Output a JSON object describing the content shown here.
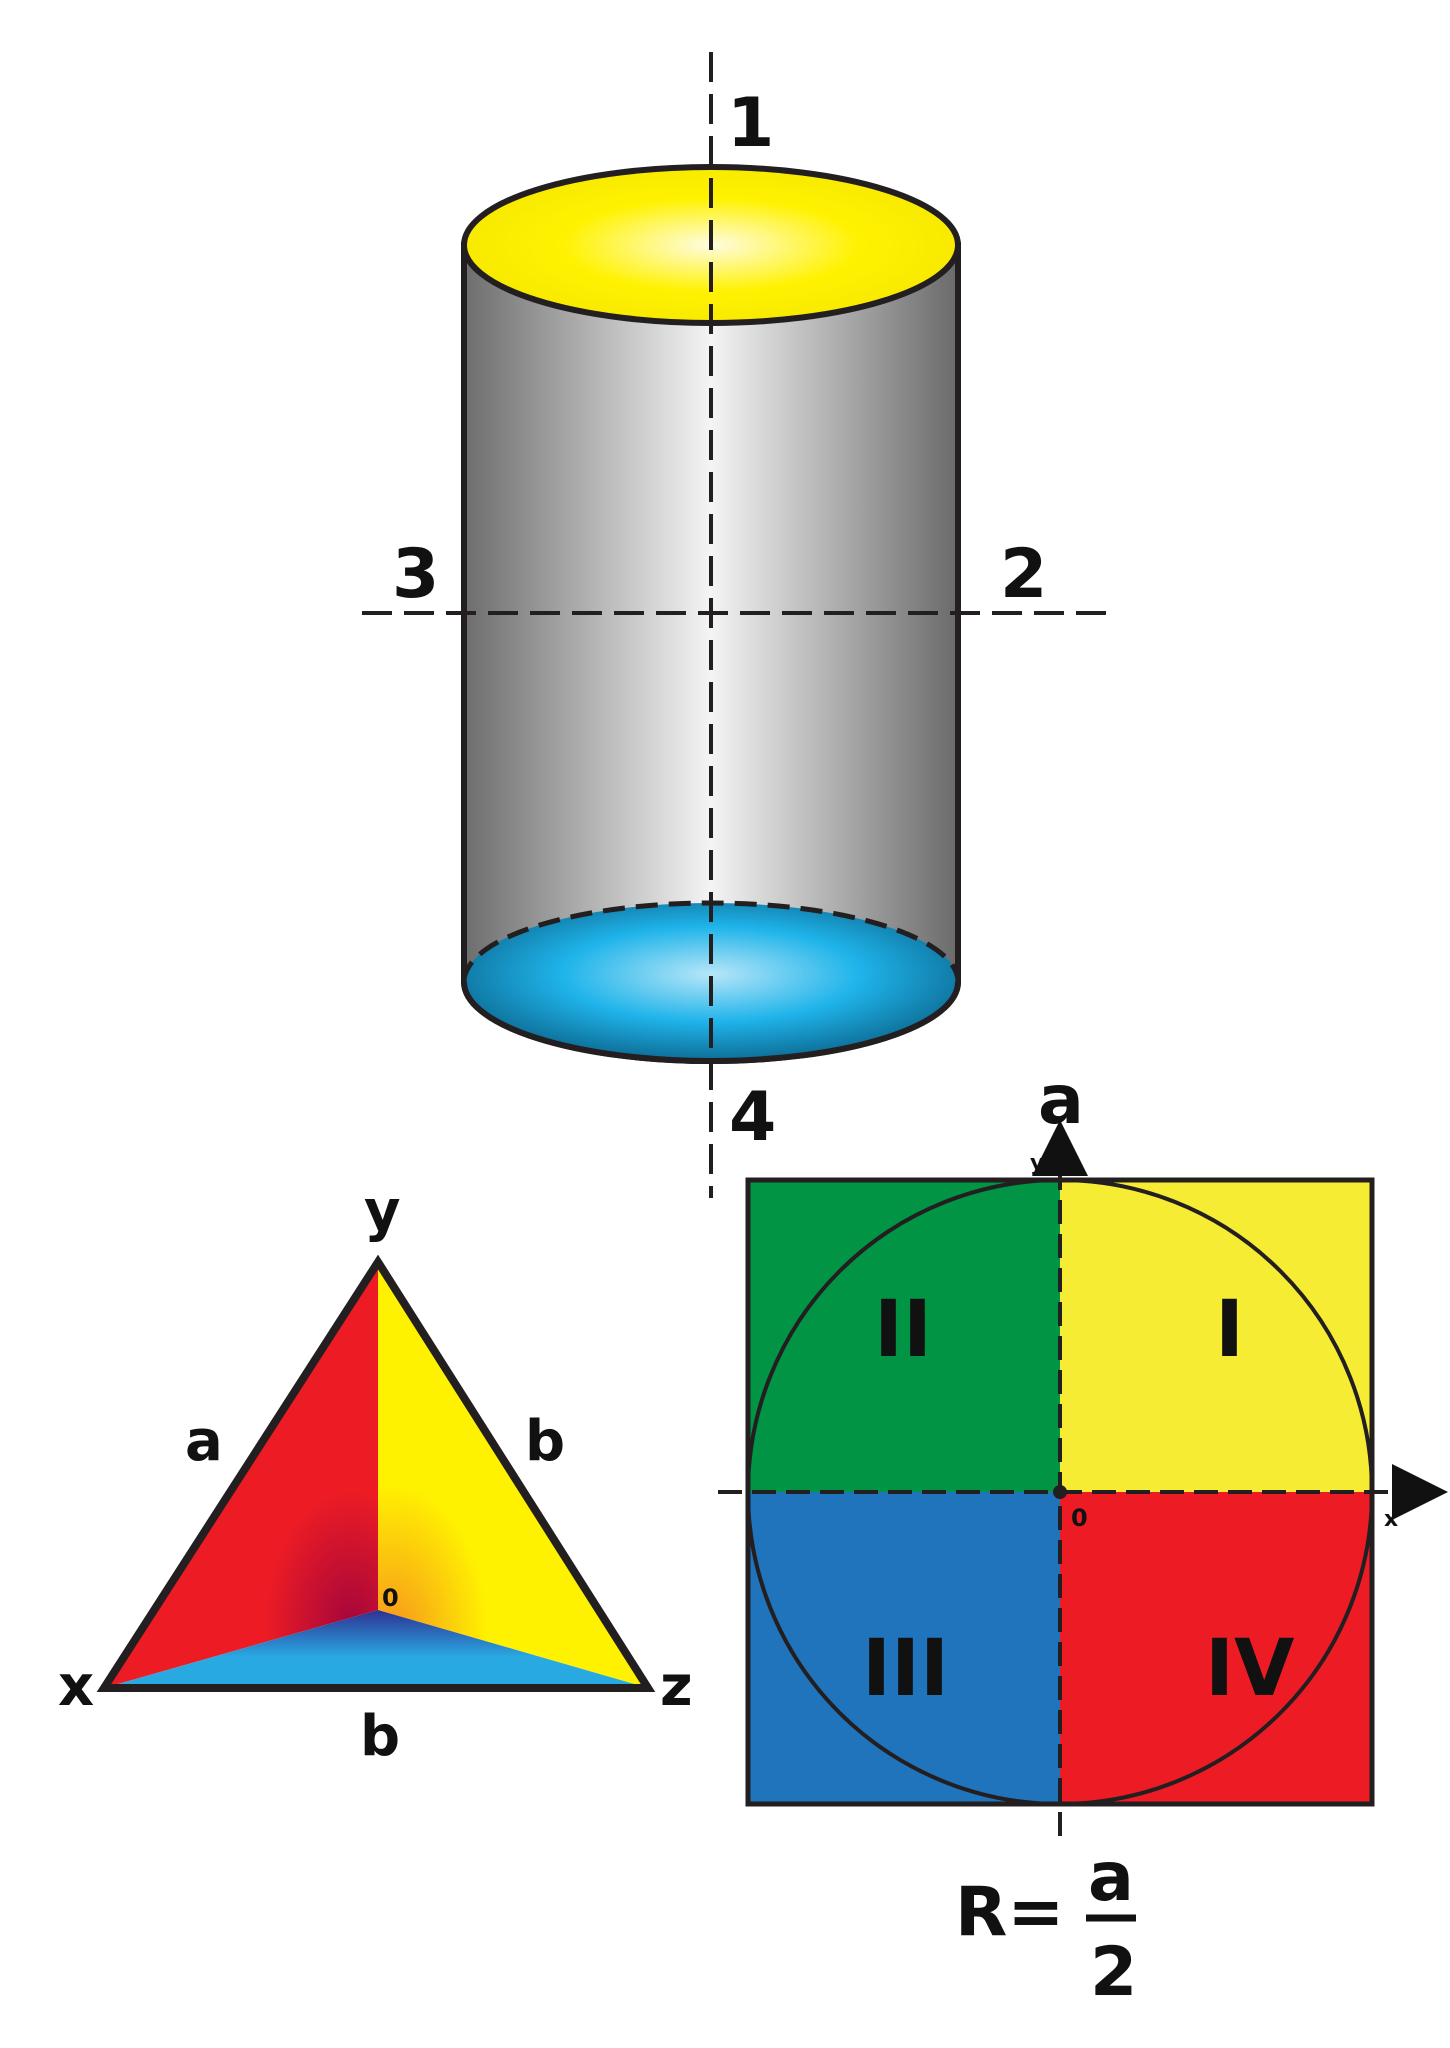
{
  "cylinder": {
    "axis_labels": {
      "top": "1",
      "right": "2",
      "left": "3",
      "bottom": "4"
    },
    "colors": {
      "top_face": "#fff200",
      "bottom_face": "#1fb4ea",
      "side_dark": "#6d6d6d",
      "side_light": "#f4f4f4"
    }
  },
  "triangle": {
    "vertices": {
      "top": "y",
      "left": "x",
      "right": "z"
    },
    "sides": {
      "left": "a",
      "right": "b",
      "bottom": "b"
    },
    "center": "0",
    "colors": {
      "left_face": "#ed1c24",
      "right_face": "#fff200",
      "bottom_face": "#29a9e1"
    }
  },
  "quadrants": {
    "top_label": "a",
    "y_axis": "y",
    "x_axis": "x",
    "origin": "0",
    "labels": {
      "I": "I",
      "II": "II",
      "III": "III",
      "IV": "IV"
    },
    "colors": {
      "I": "#f7ec34",
      "II": "#009444",
      "III": "#1f74bb",
      "IV": "#ed1c24"
    },
    "formula": {
      "lhs": "R=",
      "numerator": "a",
      "denominator": "2"
    }
  }
}
